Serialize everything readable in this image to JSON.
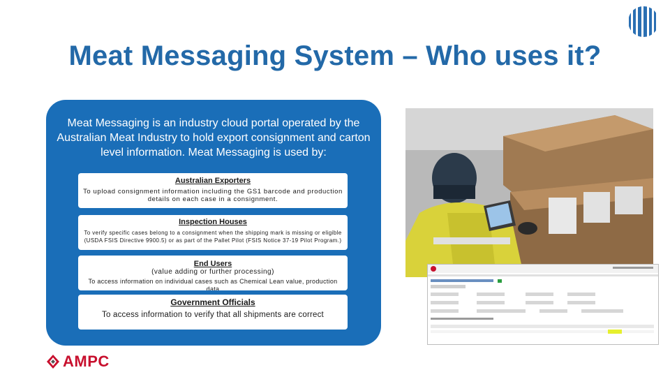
{
  "slide": {
    "title": "Meat Messaging System – Who uses it?",
    "intro": "Meat Messaging is an industry cloud portal operated by the Australian Meat Industry to hold export consignment and carton level information. Meat Messaging is used by:"
  },
  "users": [
    {
      "heading": "Australian Exporters",
      "text": "To upload consignment information including the GS1 barcode and production details on each case in a consignment."
    },
    {
      "heading": "Inspection Houses",
      "text": "To verify specific cases belong to a consignment when the shipping mark is missing or eligible (USDA FSIS Directive 9900.5) or as part of the Pallet Pilot (FSIS Notice 37-19 Pilot Program.)"
    },
    {
      "heading": "End Users",
      "subheading": "(value adding or further processing)",
      "text": "To access information on individual cases such as Chemical Lean value, production data"
    },
    {
      "heading": "Government Officials",
      "text": "To access information to verify that all shipments are correct"
    }
  ],
  "logo": {
    "text": "AMPC"
  },
  "colors": {
    "title": "#2369a8",
    "panel": "#1a6eb8",
    "logo_red": "#c8102e"
  },
  "icons": {
    "corner": "globe-icon",
    "logo_mark": "ampc-diamond-icon"
  }
}
